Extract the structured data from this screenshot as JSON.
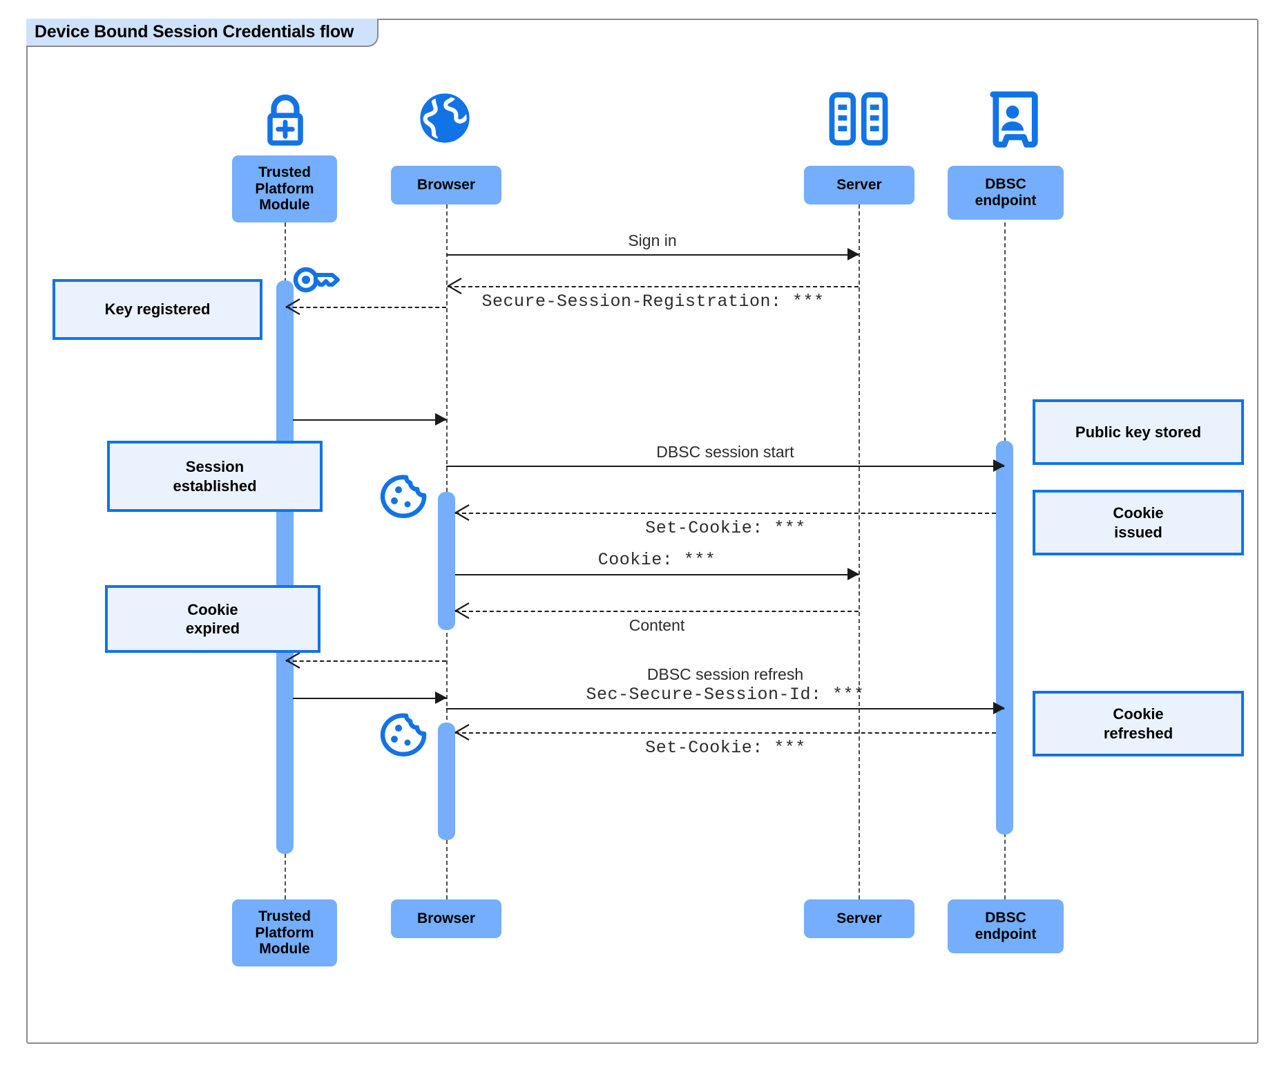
{
  "diagram": {
    "title": "Device Bound Session Credentials flow",
    "type": "uml-sequence-diagram",
    "colors": {
      "participant_fill": "#74aefc",
      "note_fill": "#eaf2fe",
      "note_border": "#1273e6",
      "icon_blue": "#1273e6",
      "activation_fill": "#74aefc",
      "frame_border": "#8a8a8a",
      "title_tab_fill": "#cfe2fb"
    }
  },
  "participants": [
    {
      "id": "tpm",
      "label": "Trusted\nPlatform\nModule",
      "icon": "lock-plus-icon"
    },
    {
      "id": "browser",
      "label": "Browser",
      "icon": "globe-icon"
    },
    {
      "id": "server",
      "label": "Server",
      "icon": "server-rack-icon"
    },
    {
      "id": "dbsc",
      "label": "DBSC\nendpoint",
      "icon": "id-badge-icon"
    }
  ],
  "participants_bottom": [
    {
      "id": "tpm",
      "label": "Trusted\nPlatform\nModule"
    },
    {
      "id": "browser",
      "label": "Browser"
    },
    {
      "id": "server",
      "label": "Server"
    },
    {
      "id": "dbsc",
      "label": "DBSC\nendpoint"
    }
  ],
  "messages": [
    {
      "id": "m1",
      "from": "browser",
      "to": "server",
      "label": "Sign in",
      "style": "solid",
      "font": "sans",
      "position": "above"
    },
    {
      "id": "m2",
      "from": "server",
      "to": "browser",
      "label": "Secure-Session-Registration: ***",
      "style": "dashed",
      "font": "mono",
      "position": "below"
    },
    {
      "id": "m3",
      "from": "server",
      "to": "tpm",
      "label": "",
      "style": "dashed",
      "font": "mono",
      "position": "below"
    },
    {
      "id": "m4",
      "from": "tpm",
      "to": "browser",
      "label": "",
      "style": "solid",
      "font": "sans",
      "position": "above"
    },
    {
      "id": "m5",
      "from": "browser",
      "to": "dbsc",
      "label": "DBSC session start",
      "style": "solid",
      "font": "sans",
      "position": "above"
    },
    {
      "id": "m6",
      "from": "dbsc",
      "to": "browser",
      "label": "Set-Cookie: ***",
      "style": "dashed",
      "font": "mono",
      "position": "below"
    },
    {
      "id": "m7",
      "from": "browser",
      "to": "server",
      "label": "Cookie: ***",
      "style": "solid",
      "font": "mono",
      "position": "above"
    },
    {
      "id": "m8",
      "from": "server",
      "to": "browser",
      "label": "Content",
      "style": "dashed",
      "font": "sans",
      "position": "below"
    },
    {
      "id": "m9",
      "from": "browser",
      "to": "tpm",
      "label": "",
      "style": "dashed",
      "font": "sans",
      "position": "below"
    },
    {
      "id": "m10",
      "from": "tpm",
      "to": "browser",
      "label": "",
      "style": "solid",
      "font": "sans",
      "position": "above"
    },
    {
      "id": "m11",
      "from": "browser",
      "to": "dbsc",
      "label_line1": "DBSC session refresh",
      "label_line2": "Sec-Secure-Session-Id: ***",
      "style": "solid",
      "font": "mixed",
      "position": "above"
    },
    {
      "id": "m12",
      "from": "dbsc",
      "to": "browser",
      "label": "Set-Cookie: ***",
      "style": "dashed",
      "font": "mono",
      "position": "below"
    }
  ],
  "notes": [
    {
      "id": "n1",
      "text": "Key registered",
      "side": "left",
      "attached_to": "tpm"
    },
    {
      "id": "n2",
      "text": "Session\nestablished",
      "side": "left",
      "attached_to": "tpm"
    },
    {
      "id": "n3",
      "text": "Cookie\nexpired",
      "side": "left",
      "attached_to": "tpm"
    },
    {
      "id": "n4",
      "text": "Public key stored",
      "side": "right",
      "attached_to": "dbsc"
    },
    {
      "id": "n5",
      "text": "Cookie\nissued",
      "side": "right",
      "attached_to": "dbsc"
    },
    {
      "id": "n6",
      "text": "Cookie\nrefreshed",
      "side": "right",
      "attached_to": "dbsc"
    }
  ],
  "floating_icons": [
    {
      "id": "f1",
      "name": "key-icon",
      "near": "tpm"
    },
    {
      "id": "f2",
      "name": "cookie-icon",
      "near": "browser"
    },
    {
      "id": "f3",
      "name": "cookie-icon",
      "near": "browser"
    }
  ]
}
